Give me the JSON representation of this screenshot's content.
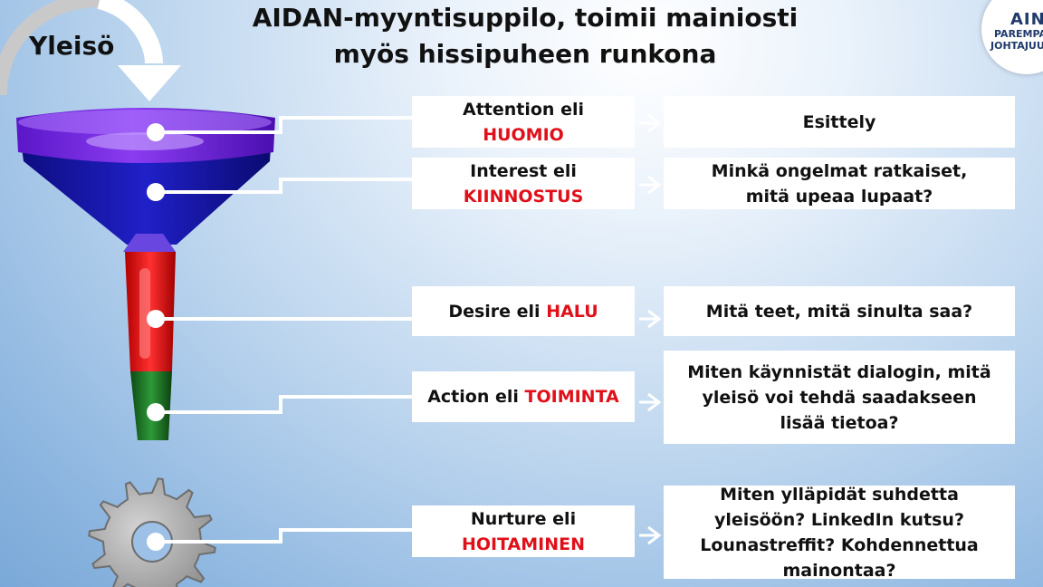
{
  "title": {
    "line1": "AIDAN-myyntisuppilo, toimii mainiosti",
    "line2": "myös hissipuheen runkona"
  },
  "audience_label": "Yleisö",
  "logo": {
    "line1": "AINA",
    "line2": "PAREMPAA",
    "line3": "JOHTAJUUTTA"
  },
  "stages": [
    {
      "prefix": "Attention eli",
      "keyword": "HUOMIO",
      "question": "Esittely",
      "marker_color": "#6a1fd6"
    },
    {
      "prefix": "Interest eli",
      "keyword": "KIINNOSTUS",
      "question": "Minkä ongelmat ratkaiset, mitä upeaa lupaat?",
      "marker_color": "#1a1aa8"
    },
    {
      "prefix": "Desire eli",
      "keyword": "HALU",
      "question": "Mitä teet, mitä sinulta saa?",
      "marker_color": "#e01818"
    },
    {
      "prefix": "Action eli",
      "keyword": "TOIMINTA",
      "question": "Miten käynnistät dialogin, mitä yleisö voi tehdä saadakseen lisää tietoa?",
      "marker_color": "#1e7a28"
    },
    {
      "prefix": "Nurture eli",
      "keyword": "HOITAMINEN",
      "question": "Miten ylläpidät suhdetta yleisöön? LinkedIn kutsu? Lounastreffit? Kohdennettua mainontaa?",
      "marker_color": "#9a9a9a"
    }
  ],
  "colors": {
    "keyword": "#e0101a",
    "funnel_top": "#7a2fe0",
    "funnel_body": "#1b1bb0",
    "funnel_red": "#e01818",
    "funnel_green": "#1e7a28",
    "gear": "#a9a9a9"
  }
}
